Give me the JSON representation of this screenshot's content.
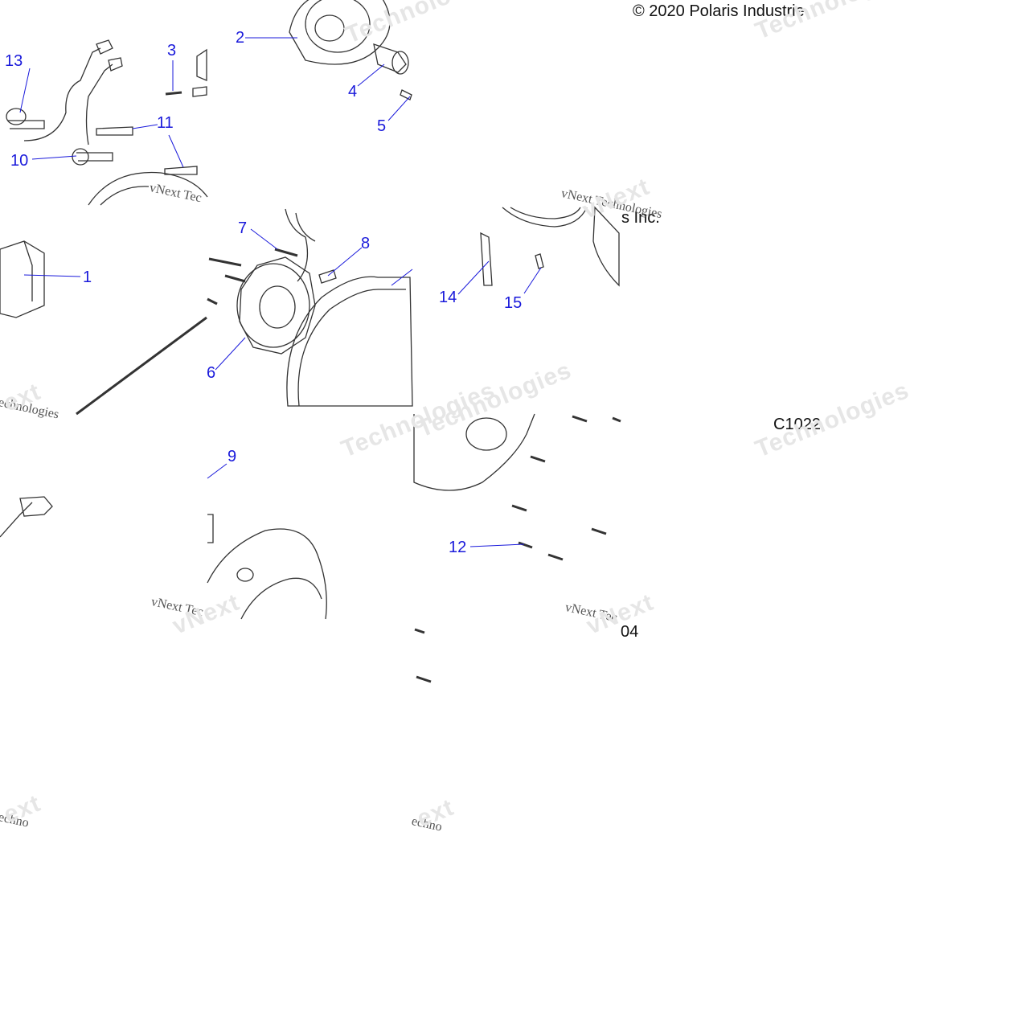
{
  "copyright_text": "© 2020 Polaris Industrie",
  "copyright_fragment": "s Inc.",
  "diagram_code": "C1022",
  "diagram_code_fragment": "04",
  "watermark_small": "vNext Tec",
  "watermark_small_b": "vNext Technologies",
  "watermark_small_c": "echnologies",
  "watermark_small_d": "echno",
  "watermark_large_a": "vNext",
  "watermark_large_b": "Technologies",
  "watermark_large_c": "Technolo",
  "watermark_large_d": "ext",
  "callouts": {
    "c1": "1",
    "c2": "2",
    "c3": "3",
    "c4": "4",
    "c5": "5",
    "c6": "6",
    "c7": "7",
    "c8": "8",
    "c9": "9",
    "c10": "10",
    "c11": "11",
    "c12": "12",
    "c13": "13",
    "c14": "14",
    "c15": "15"
  },
  "colors": {
    "callout": "#1a1adb",
    "line": "#333333",
    "watermark": "#d8d8d8"
  }
}
